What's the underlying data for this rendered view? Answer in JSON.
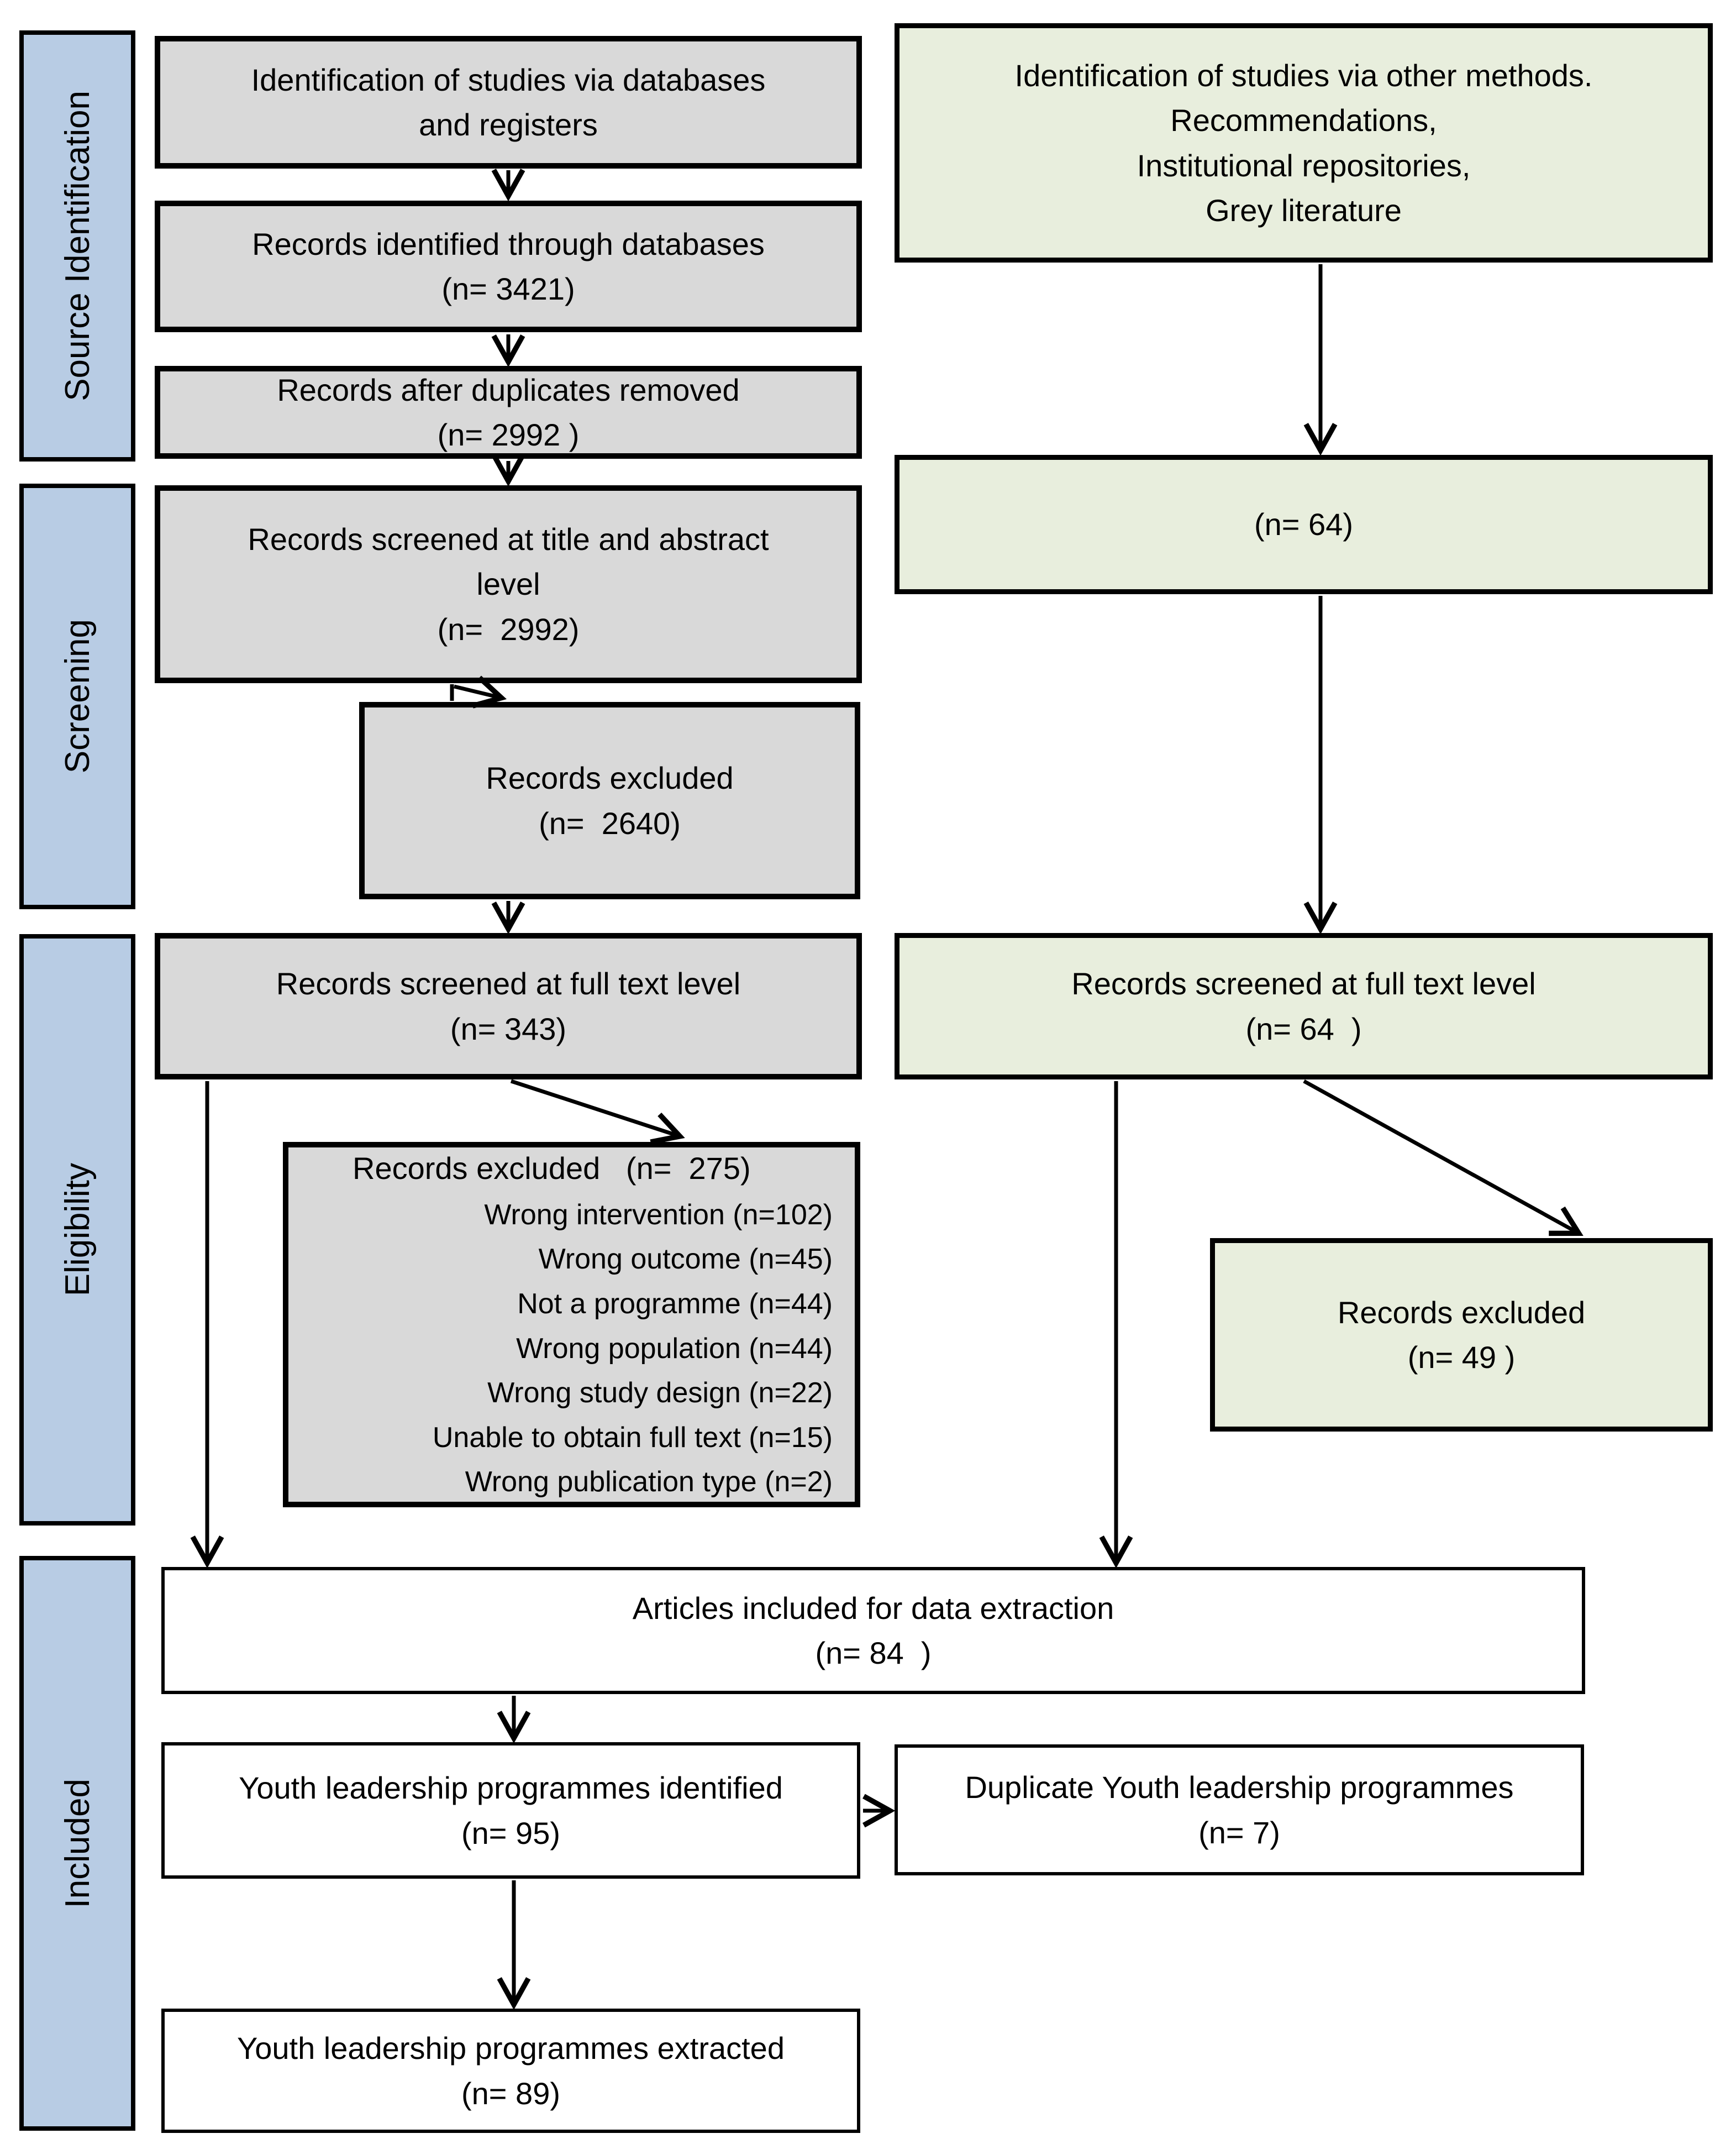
{
  "sidebar": {
    "items": [
      {
        "label": "Source Identification"
      },
      {
        "label": "Screening"
      },
      {
        "label": "Eligibility"
      },
      {
        "label": "Included"
      }
    ]
  },
  "left_column": {
    "db_header": {
      "lines": [
        "Identification of studies via databases",
        "and registers"
      ]
    },
    "identified": {
      "title": "Records identified through databases",
      "n": "(n= 3421)"
    },
    "dedup": {
      "title": "Records after duplicates removed",
      "n": "(n= 2992 )"
    },
    "title_abstract": {
      "lines": [
        "Records screened at title and abstract",
        "level",
        "(n=  2992)"
      ]
    },
    "excluded_ta": {
      "title": "Records excluded",
      "n": "(n=  2640)"
    },
    "fulltext": {
      "title": "Records screened at full text level",
      "n": "(n= 343)"
    },
    "excluded_ft": {
      "title": "Records excluded   (n=  275)",
      "items": [
        "Wrong intervention (n=102)",
        "Wrong outcome (n=45)",
        "Not a programme (n=44)",
        "Wrong population (n=44)",
        "Wrong study design (n=22)",
        "Unable to obtain full text (n=15)",
        "Wrong publication type (n=2)"
      ]
    }
  },
  "right_column": {
    "other_header": {
      "lines": [
        "Identification of studies via other methods.",
        "Recommendations,",
        "Institutional repositories,",
        "Grey literature"
      ]
    },
    "other_n": {
      "n": "(n= 64)"
    },
    "fulltext": {
      "title": "Records screened at full text level",
      "n": "(n= 64  )"
    },
    "excluded_ft": {
      "title": "Records excluded",
      "n": "(n= 49 )"
    }
  },
  "included_section": {
    "articles": {
      "title": "Articles included for data extraction",
      "n": "(n= 84  )"
    },
    "identified": {
      "title": "Youth leadership programmes identified",
      "n": "(n= 95)"
    },
    "duplicates": {
      "title": "Duplicate Youth leadership programmes",
      "n": "(n= 7)"
    },
    "extracted": {
      "title": "Youth leadership programmes extracted",
      "n": "(n= 89)"
    }
  },
  "colors": {
    "sidebar": "#b8cce4",
    "gray": "#d9d9d9",
    "green": "#e8eedd",
    "white": "#ffffff",
    "border": "#000000"
  }
}
